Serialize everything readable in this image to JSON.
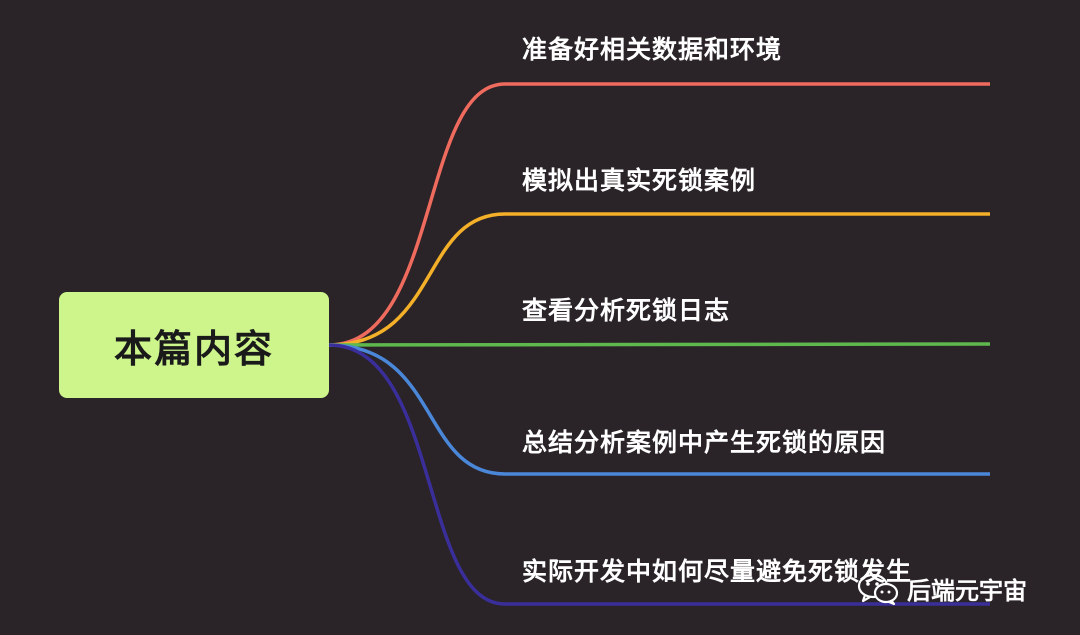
{
  "root": {
    "label": "本篇内容"
  },
  "branches": [
    {
      "label": "准备好相关数据和环境",
      "color": "#ef6b5e"
    },
    {
      "label": "模拟出真实死锁案例",
      "color": "#f3b028"
    },
    {
      "label": "查看分析死锁日志",
      "color": "#5fb84e"
    },
    {
      "label": "总结分析案例中产生死锁的原因",
      "color": "#4a87d8"
    },
    {
      "label": "实际开发中如何尽量避免死锁发生",
      "color": "#3a2f9a"
    }
  ],
  "watermark": {
    "text": "后端元宇宙",
    "icon": "wechat-icon"
  }
}
